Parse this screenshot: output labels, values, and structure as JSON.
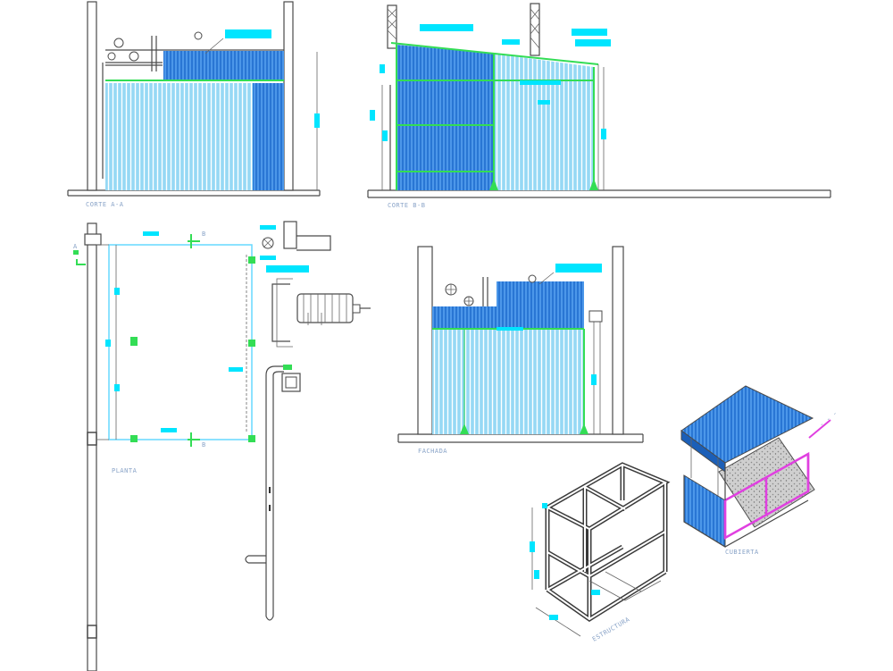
{
  "drawing": {
    "views": {
      "corte_aa": "CORTE A-A",
      "corte_bb": "CORTE B-B",
      "planta": "PLANTA",
      "fachada": "FACHADA",
      "estructura": "ESTRUCTURA",
      "cubierta": "CUBIERTA"
    },
    "section_markers": {
      "b_top": "B",
      "b_bottom": "B",
      "a_left": "A"
    },
    "colors": {
      "panel_dark": "#2f7fe0",
      "panel_light": "#a8e0f7",
      "structure": "#33dd55",
      "tag": "#00e5ff",
      "magenta": "#e040e0",
      "linework": "#4a4a4a"
    }
  }
}
